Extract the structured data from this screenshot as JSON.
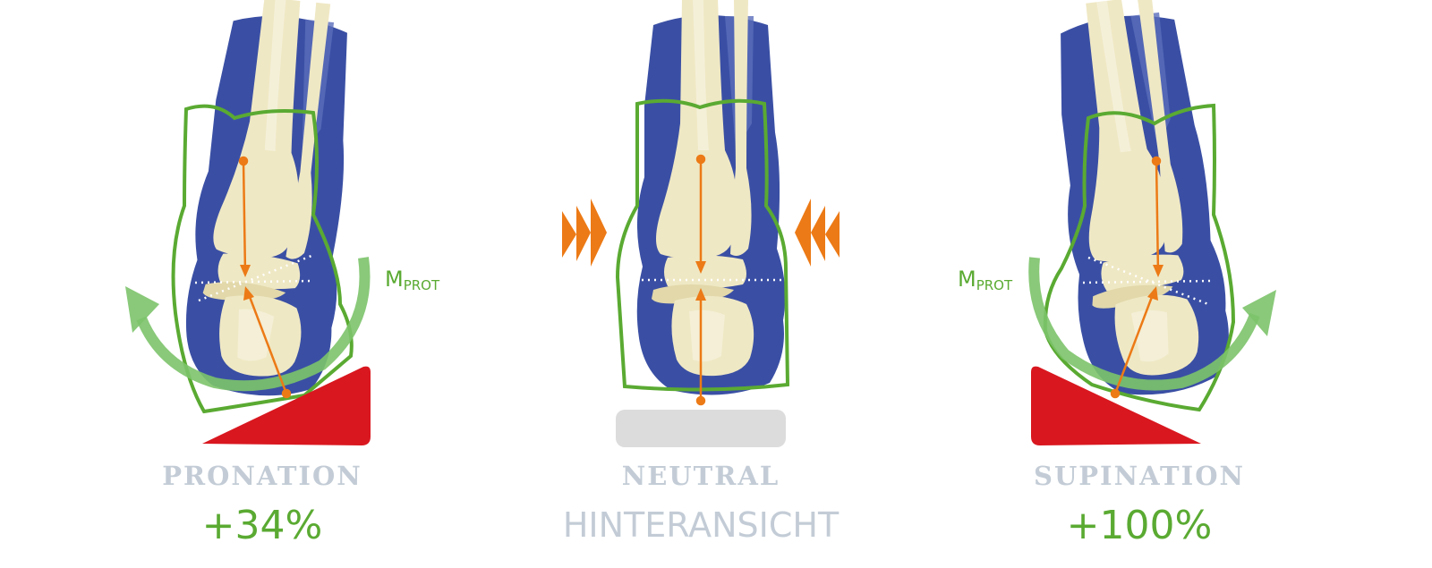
{
  "panels": {
    "pronation": {
      "label": "PRONATION",
      "value": "+34%",
      "moment": "M",
      "moment_sub": "PROT"
    },
    "neutral": {
      "label": "NEUTRAL"
    },
    "supination": {
      "label": "SUPINATION",
      "value": "+100%",
      "moment": "M",
      "moment_sub": "PROT"
    }
  },
  "footer": {
    "view_label": "HINTERANSICHT"
  },
  "colors": {
    "leg_blue": "#3a4fa4",
    "bone": "#efe8c4",
    "shoe_outline": "#5aaa32",
    "arrow_green": "#7cc36a",
    "force_orange": "#ec7a16",
    "wedge_red": "#d9171f",
    "pad_grey": "#dcdcdc",
    "label_grey": "#c3ccd6",
    "value_green": "#5aaa32"
  },
  "icons": [
    "foot-bones-illustration",
    "rotation-arrow-icon",
    "compression-arrows-icon",
    "wedge-icon"
  ]
}
